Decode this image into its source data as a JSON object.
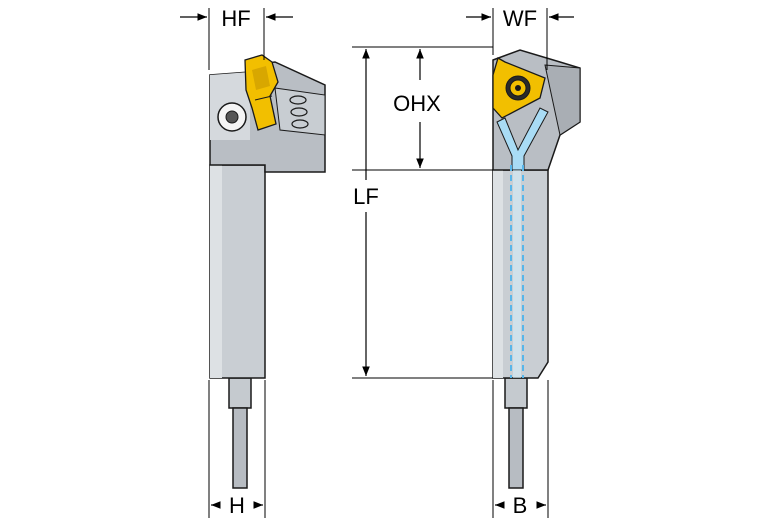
{
  "dimensions": {
    "hf": "HF",
    "wf": "WF",
    "ohx": "OHX",
    "lf": "LF",
    "h": "H",
    "b": "B"
  },
  "colors": {
    "body_light": "#d4d8dc",
    "body_mid": "#b7bcc2",
    "body_dark": "#8f959c",
    "outline": "#1a1a1a",
    "insert_gold": "#f2bf00",
    "insert_gold_dark": "#b88f00",
    "coolant_blue": "#8fd0f2",
    "dimension_line": "#000000"
  },
  "views": {
    "left": "side-view-tool",
    "right": "front-view-tool"
  }
}
